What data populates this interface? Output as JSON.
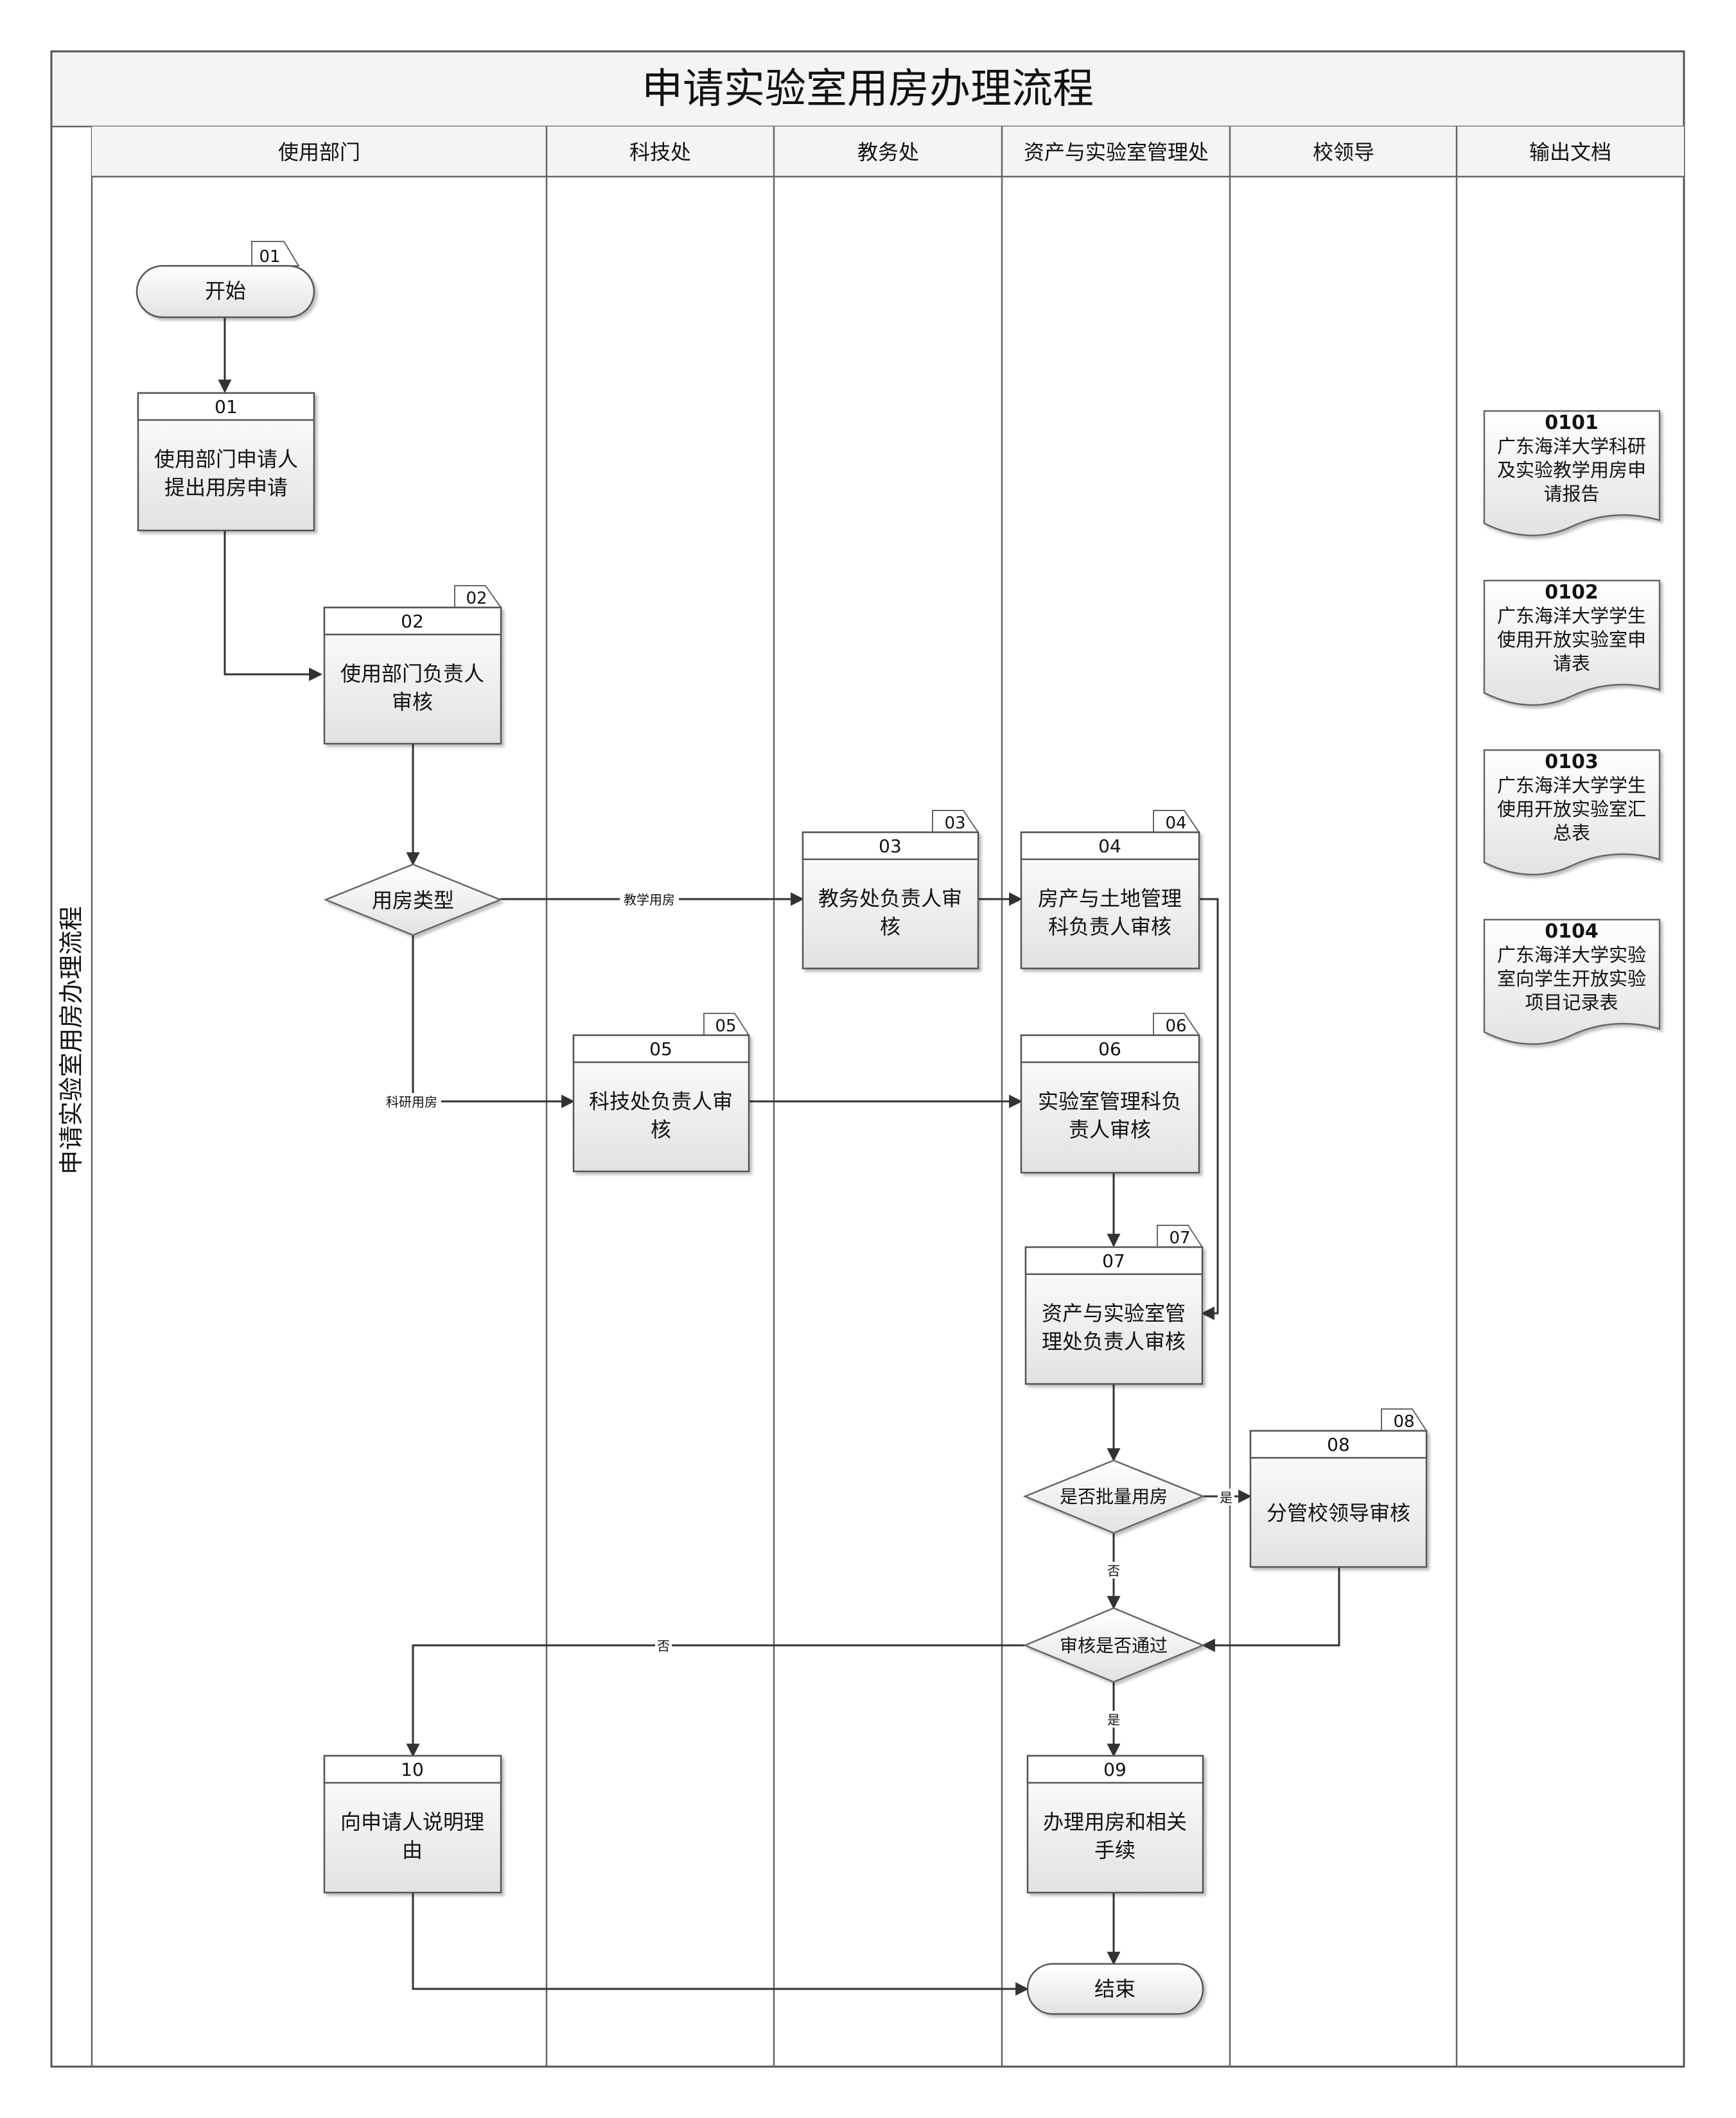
{
  "title": "申请实验室用房办理流程",
  "side_title": "申请实验室用房办理流程",
  "lanes": [
    "使用部门",
    "科技处",
    "教务处",
    "资产与实验室管理处",
    "校领导",
    "输出文档"
  ],
  "start": {
    "label": "开始",
    "tag": "01"
  },
  "end": {
    "label": "结束"
  },
  "steps": {
    "s01": {
      "num": "01",
      "lines": [
        "使用部门申请人",
        "提出用房申请"
      ]
    },
    "s02": {
      "num": "02",
      "tag": "02",
      "lines": [
        "使用部门负责人",
        "审核"
      ]
    },
    "s03": {
      "num": "03",
      "tag": "03",
      "lines": [
        "教务处负责人审",
        "核"
      ]
    },
    "s04": {
      "num": "04",
      "tag": "04",
      "lines": [
        "房产与土地管理",
        "科负责人审核"
      ]
    },
    "s05": {
      "num": "05",
      "tag": "05",
      "lines": [
        "科技处负责人审",
        "核"
      ]
    },
    "s06": {
      "num": "06",
      "tag": "06",
      "lines": [
        "实验室管理科负",
        "责人审核"
      ]
    },
    "s07": {
      "num": "07",
      "tag": "07",
      "lines": [
        "资产与实验室管",
        "理处负责人审核"
      ]
    },
    "s08": {
      "num": "08",
      "tag": "08",
      "lines": [
        "分管校领导审核"
      ]
    },
    "s09": {
      "num": "09",
      "lines": [
        "办理用房和相关",
        "手续"
      ]
    },
    "s10": {
      "num": "10",
      "lines": [
        "向申请人说明理",
        "由"
      ]
    }
  },
  "decisions": {
    "type": "用房类型",
    "batch": "是否批量用房",
    "pass": "审核是否通过"
  },
  "edge_labels": {
    "teaching": "教学用房",
    "research": "科研用房",
    "batch_yes": "是",
    "batch_no": "否",
    "pass_no": "否",
    "pass_yes": "是"
  },
  "documents": [
    {
      "num": "0101",
      "lines": [
        "广东海洋大学科研",
        "及实验教学用房申",
        "请报告"
      ]
    },
    {
      "num": "0102",
      "lines": [
        "广东海洋大学学生",
        "使用开放实验室申",
        "请表"
      ]
    },
    {
      "num": "0103",
      "lines": [
        "广东海洋大学学生",
        "使用开放实验室汇",
        "总表"
      ]
    },
    {
      "num": "0104",
      "lines": [
        "广东海洋大学实验",
        "室向学生开放实验",
        "项目记录表"
      ]
    }
  ]
}
